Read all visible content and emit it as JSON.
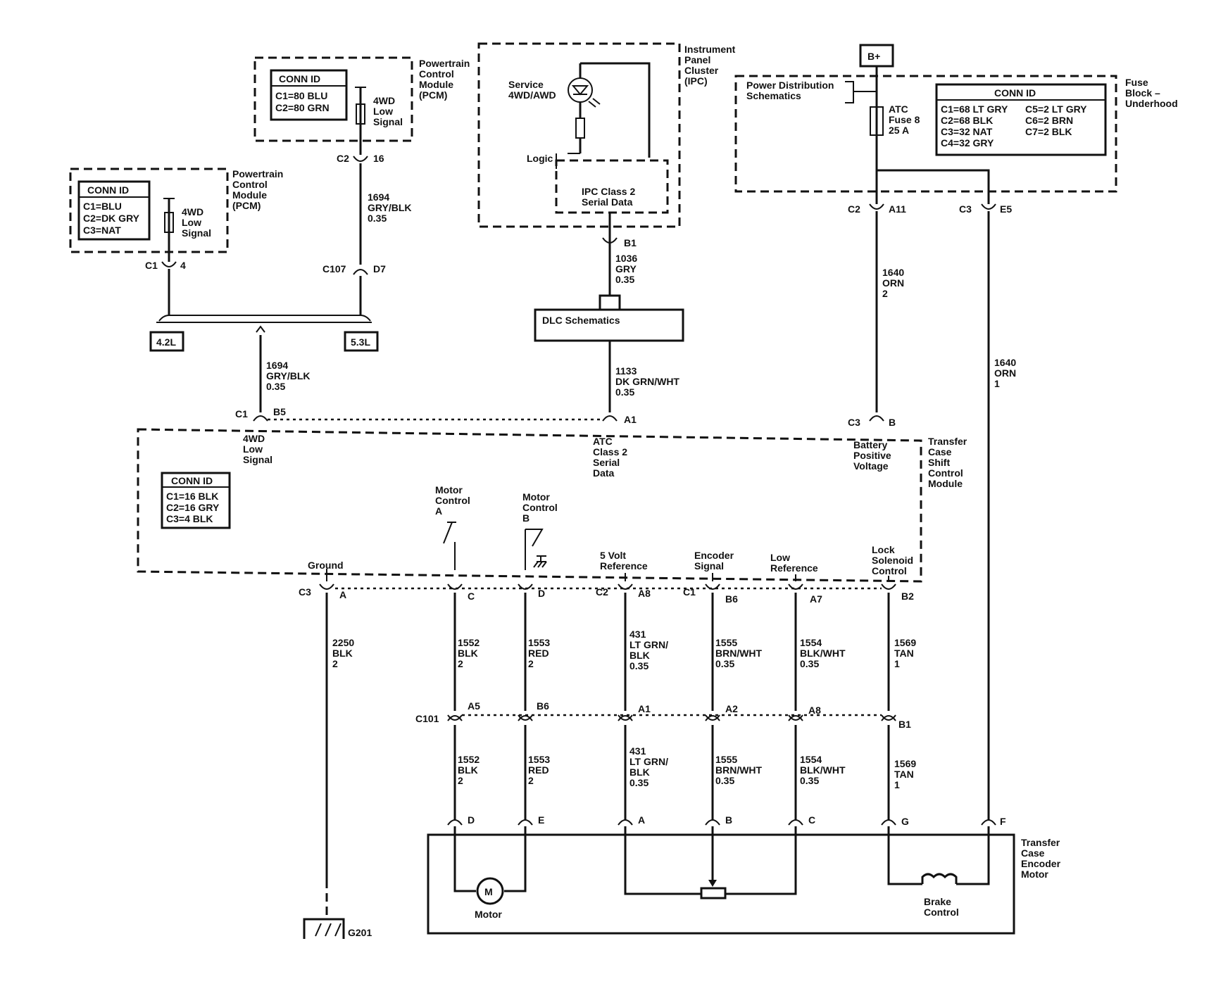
{
  "modules": {
    "pcm_53": {
      "name": [
        "Powertrain",
        "Control",
        "Module",
        "(PCM)"
      ],
      "conn": [
        "CONN ID",
        "C1=80 BLU",
        "C2=80 GRN"
      ],
      "signal": [
        "4WD",
        "Low",
        "Signal"
      ]
    },
    "pcm_42": {
      "name": [
        "Powertrain",
        "Control",
        "Module",
        "(PCM)"
      ],
      "conn": [
        "CONN ID",
        "C1=BLU",
        "C2=DK GRY",
        "C3=NAT"
      ],
      "signal": [
        "4WD",
        "Low",
        "Signal"
      ]
    },
    "ipc": {
      "name": [
        "Instrument",
        "Panel",
        "Cluster",
        "(IPC)"
      ],
      "lamp": [
        "Service",
        "4WD/AWD"
      ],
      "logic": "Logic",
      "serial": [
        "IPC Class 2",
        "Serial Data"
      ]
    },
    "fuse_block": {
      "name": [
        "Fuse",
        "Block –",
        "Underhood"
      ],
      "pds": [
        "Power Distribution",
        "Schematics"
      ],
      "fuse": [
        "ATC",
        "Fuse 8",
        "25 A"
      ],
      "conn_title": "CONN ID",
      "conn_left": [
        "C1=68 LT GRY",
        "C2=68 BLK",
        "C3=32 NAT",
        "C4=32 GRY"
      ],
      "conn_right": [
        "C5=2 LT GRY",
        "C6=2 BRN",
        "C7=2 BLK"
      ]
    },
    "tccm": {
      "name": [
        "Transfer",
        "Case",
        "Shift",
        "Control",
        "Module"
      ],
      "conn": [
        "CONN ID",
        "C1=16 BLK",
        "C2=16 GRY",
        "C3=4 BLK"
      ],
      "pins": {
        "low_signal": [
          "4WD",
          "Low",
          "Signal"
        ],
        "serial": [
          "ATC",
          "Class 2",
          "Serial",
          "Data"
        ],
        "battery": [
          "Battery",
          "Positive",
          "Voltage"
        ],
        "ground": "Ground",
        "motor_a": [
          "Motor",
          "Control",
          "A"
        ],
        "motor_b": [
          "Motor",
          "Control",
          "B"
        ],
        "five_volt": [
          "5 Volt",
          "Reference"
        ],
        "encoder": [
          "Encoder",
          "Signal"
        ],
        "low_ref": [
          "Low",
          "Reference"
        ],
        "lock": [
          "Lock",
          "Solenoid",
          "Control"
        ]
      }
    },
    "encoder_motor": {
      "name": [
        "Transfer",
        "Case",
        "Encoder",
        "Motor"
      ],
      "motor_symbol": "M",
      "motor_label": "Motor",
      "brake": [
        "Brake",
        "Control"
      ]
    }
  },
  "tags": {
    "b_plus": "B+",
    "engine_42": "4.2L",
    "engine_53": "5.3L",
    "dlc": "DLC Schematics",
    "ground": "G201"
  },
  "connectors": {
    "pcm53_c2": [
      "C2",
      "16"
    ],
    "c107": [
      "C107",
      "D7"
    ],
    "pcm42_c1": [
      "C1",
      "4"
    ],
    "ipc_b1": "B1",
    "fuse_c2": [
      "C2",
      "A11"
    ],
    "fuse_c3": [
      "C3",
      "E5"
    ],
    "tccm_c1_b5": [
      "C1",
      "B5"
    ],
    "tccm_a1": "A1",
    "tccm_c3_b": [
      "C3",
      "B"
    ],
    "tccm_c3_a": [
      "C3",
      "A"
    ],
    "tccm_c": "C",
    "tccm_d": "D",
    "tccm_c2_a8": [
      "C2",
      "A8"
    ],
    "tccm_c1_b6": [
      "C1",
      "B6"
    ],
    "tccm_a7": "A7",
    "tccm_b2": "B2",
    "c101": [
      "C101",
      "A5",
      "B6",
      "A1",
      "A2",
      "A8",
      "B1"
    ],
    "motor_pins": [
      "D",
      "E",
      "A",
      "B",
      "C",
      "G",
      "F"
    ]
  },
  "wires": {
    "pcm53": [
      "1694",
      "GRY/BLK",
      "0.35"
    ],
    "tccm_low": [
      "1694",
      "GRY/BLK",
      "0.35"
    ],
    "ipc_dlc": [
      "1036",
      "GRY",
      "0.35"
    ],
    "dlc_tccm": [
      "1133",
      "DK GRN/WHT",
      "0.35"
    ],
    "fuse_tccm": [
      "1640",
      "ORN",
      "2"
    ],
    "fuse_motor": [
      "1640",
      "ORN",
      "1"
    ],
    "ground": [
      "2250",
      "BLK",
      "2"
    ],
    "upper": [
      [
        "1552",
        "BLK",
        "2"
      ],
      [
        "1553",
        "RED",
        "2"
      ],
      [
        "431",
        "LT GRN/",
        "BLK",
        "0.35"
      ],
      [
        "1555",
        "BRN/WHT",
        "0.35"
      ],
      [
        "1554",
        "BLK/WHT",
        "0.35"
      ],
      [
        "1569",
        "TAN",
        "1"
      ]
    ],
    "lower": [
      [
        "1552",
        "BLK",
        "2"
      ],
      [
        "1553",
        "RED",
        "2"
      ],
      [
        "431",
        "LT GRN/",
        "BLK",
        "0.35"
      ],
      [
        "1555",
        "BRN/WHT",
        "0.35"
      ],
      [
        "1554",
        "BLK/WHT",
        "0.35"
      ],
      [
        "1569",
        "TAN",
        "1"
      ]
    ]
  }
}
